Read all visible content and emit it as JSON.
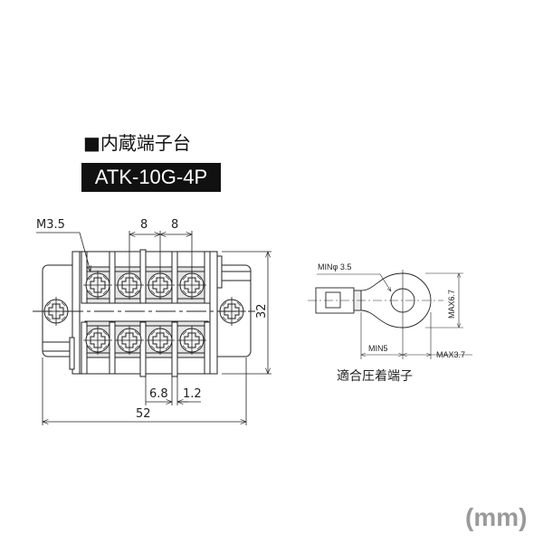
{
  "section": {
    "marker": "■",
    "title": "内蔵端子台",
    "model": "ATK-10G-4P"
  },
  "terminal_block": {
    "screw_size_label": "M3.5",
    "pitch_labels": [
      "8",
      "8"
    ],
    "height_label": "32",
    "width_label": "52",
    "gap_label": "6.8",
    "barrier_label": "1.2",
    "terminal_count_per_row": 4,
    "rows": 2
  },
  "crimp_terminal": {
    "hole_label": "MINφ 3.5",
    "width_label": "MAX6.7",
    "length_label": "MIN5",
    "tip_label": "MAX3.7",
    "caption": "適合圧着端子"
  },
  "units_label": "(mm)"
}
